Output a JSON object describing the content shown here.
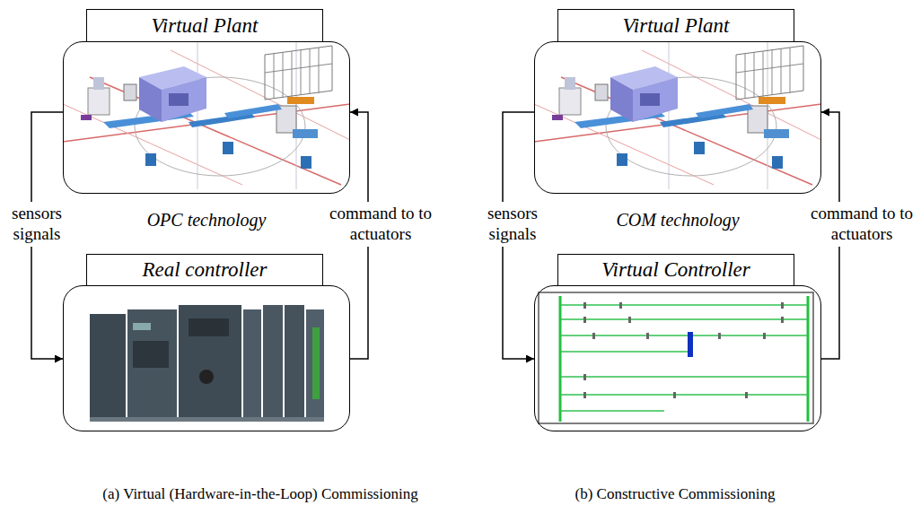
{
  "diagram": {
    "nodes": [
      {
        "text": [
          "Virtual Plant"
        ]
      },
      {
        "text": [
          "Real controller"
        ]
      },
      {
        "text": [
          "Virtual Plant"
        ]
      },
      {
        "text": [
          "Virtual Controller"
        ]
      }
    ],
    "edges": [
      {
        "from": 0,
        "to": 1,
        "label": "sensors signals",
        "arrow": "to"
      },
      {
        "from": 1,
        "to": 0,
        "label": "command to to actuators",
        "arrow": "to"
      },
      {
        "from": 2,
        "to": 3,
        "label": "sensors signals",
        "arrow": "to"
      },
      {
        "from": 3,
        "to": 2,
        "label": "command to to actuators",
        "arrow": "to"
      }
    ],
    "labels": [
      "OPC technology",
      "COM technology",
      "(a) Virtual (Hardware-in-the-Loop) Commissioning",
      "(b) Constructive Commissioning"
    ]
  }
}
